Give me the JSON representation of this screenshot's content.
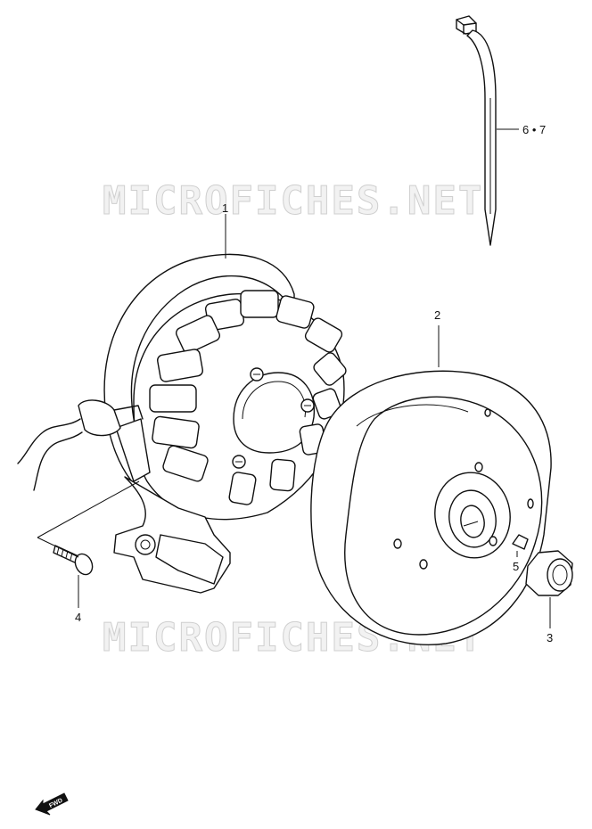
{
  "watermarks": [
    "MICROFICHES.NET",
    "MICROFICHES.NET"
  ],
  "callouts": {
    "stator": "1",
    "rotor": "2",
    "nut": "3",
    "screw": "4",
    "key": "5",
    "clamp": "6 • 7"
  },
  "fwd_label": "FWD"
}
